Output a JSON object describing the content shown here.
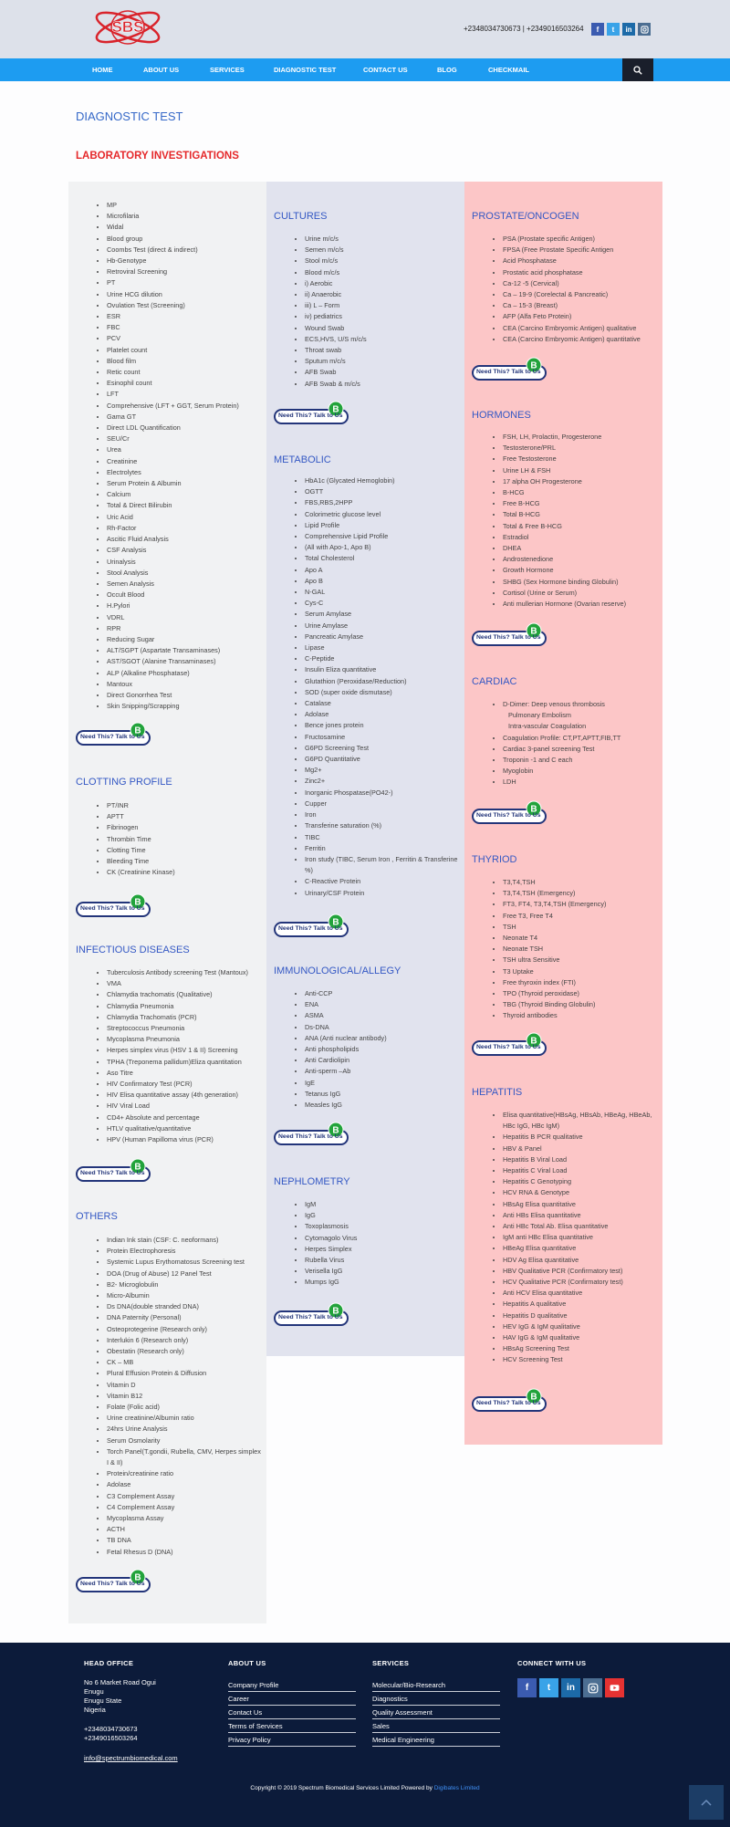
{
  "header": {
    "phone": "+2348034730673 | +2349016503264",
    "social": [
      "facebook-icon",
      "twitter-icon",
      "linkedin-icon",
      "instagram-icon"
    ]
  },
  "nav": {
    "items": [
      "HOME",
      "ABOUT US",
      "SERVICES",
      "DIAGNOSTIC TEST",
      "CONTACT US",
      "BLOG",
      "CHECKMAIL"
    ]
  },
  "page": {
    "title": "DIAGNOSTIC TEST",
    "section": "LABORATORY INVESTIGATIONS"
  },
  "cta": {
    "label": "Need This? Talk to Us"
  },
  "col1": {
    "general": {
      "items": [
        "MP",
        "Microfilaria",
        "Widal",
        "Blood group",
        "Coombs Test (direct & indirect)",
        "Hb-Genotype",
        "Retroviral Screening",
        "PT",
        "Urine HCG dilution",
        "Ovulation Test (Screening)",
        "ESR",
        "FBC",
        "PCV",
        "Platelet count",
        "Blood film",
        "Retic count",
        "Esinophil count",
        "LFT",
        "Comprehensive (LFT + GGT, Serum Protein)",
        "Gama GT",
        "Direct LDL Quantification",
        "SEU/Cr",
        "Urea",
        "Creatinine",
        "Electrolytes",
        "Serum Protein & Albumin",
        "Calcium",
        "Total & Direct Bilirubin",
        "Uric Acid",
        "Rh-Factor",
        "Ascitic Fluid Analysis",
        "CSF Analysis",
        "Urinalysis",
        "Stool Analysis",
        "Semen Analysis",
        "Occult Blood",
        "H.Pylori",
        "VDRL",
        "RPR",
        "Reducing Sugar",
        "ALT/SGPT (Aspartate Transaminases)",
        "AST/SGOT (Alanine Transaminases)",
        "ALP (Alkaline Phosphatase)",
        "Mantoux",
        "Direct Gonorrhea Test",
        "Skin Snipping/Scrapping"
      ]
    },
    "clotting": {
      "title": "CLOTTING PROFILE",
      "items": [
        "PT/INR",
        "APTT",
        "Fibrinogen",
        "Thrombin Time",
        "Clotting Time",
        "Bleeding Time",
        "CK (Creatinine Kinase)"
      ]
    },
    "infectious": {
      "title": "INFECTIOUS DISEASES",
      "items": [
        "Tuberculosis Antibody screening Test (Mantoux)",
        "VMA",
        "Chlamydia trachomatis (Qualitative)",
        "Chlamydia Pneumonia",
        "Chlamydia Trachomatis (PCR)",
        "Streptococcus Pneumonia",
        "Mycoplasma Pneumonia",
        "Herpes simplex virus (HSV 1 & II) Screening",
        "TPHA (Treponema pallidum)Eliza quantitation",
        "Aso Titre",
        "HIV Confirmatory Test (PCR)",
        "HIV Elisa quantitative assay (4th generation)",
        "HIV Viral Load",
        "CD4+ Absolute and percentage",
        "HTLV qualitative/quantitative",
        "HPV (Human Papilloma virus (PCR)"
      ]
    },
    "others": {
      "title": "OTHERS",
      "items": [
        "Indian Ink stain (CSF: C. neoformans)",
        "Protein Electrophoresis",
        "Systemic Lupus Erythomatosus Screening test",
        "DOA (Drug of Abuse) 12 Panel Test",
        "B2- Microglobulin",
        "Micro-Albumin",
        "Ds DNA(double stranded DNA)",
        "DNA Paternity (Personal)",
        "Osteoprotegerine (Research only)",
        "Interlukin 6 (Research only)",
        "Obestatin (Research only)",
        "CK – MB",
        "Plural Effusion Protein & Diffusion",
        "Vitamin D",
        "Vitamin B12",
        "Folate (Folic acid)",
        "Urine creatinine/Albumin ratio",
        "24hrs Urine Analysis",
        "Serum Osmolarity",
        "Torch Panel(T.gondii, Rubella, CMV, Herpes simplex I & II)",
        "Protein/creatinine ratio",
        "Adolase",
        "C3 Complement Assay",
        "C4 Complement Assay",
        "Mycoplasma Assay",
        "ACTH",
        "TB DNA",
        "Fetal Rhesus D (DNA)"
      ]
    }
  },
  "col2": {
    "cultures": {
      "title": "CULTURES",
      "items": [
        "Urine m/c/s",
        "Semen m/c/s",
        "Stool m/c/s",
        "Blood m/c/s",
        "i) Aerobic",
        "ii) Anaerobic",
        "iii) L – Form",
        "iv) pediatrics",
        "Wound Swab",
        "ECS,HVS, U/S m/c/s",
        "Throat swab",
        "Sputum m/c/s",
        "AFB Swab",
        "AFB Swab & m/c/s"
      ]
    },
    "metabolic": {
      "title": "METABOLIC",
      "items": [
        "HbA1c (Glycated Hemoglobin)",
        "OGTT",
        "FBS,RBS,2HPP",
        "Colorimetric glucose level",
        "Lipid Profile",
        "Comprehensive Lipid Profile",
        "(All with Apo-1, Apo B)",
        "Total Cholesterol",
        "Apo A",
        "Apo B",
        "N-GAL",
        "Cys-C",
        "Serum Amylase",
        "Urine Amylase",
        "Pancreatic Amylase",
        "Lipase",
        "C-Peptide",
        "Insulin Eliza quantitative",
        "Glutathion (Peroxidase/Reduction)",
        "SOD (super oxide dismutase)",
        "Catalase",
        "Adolase",
        "Bence jones protein",
        "Fructosamine",
        "G6PD Screening Test",
        "G6PD Quantitative",
        "Mg2+",
        "Zinc2+",
        "Inorganic Phospatase(PO42-)",
        "Cupper",
        "Iron",
        "Transferine saturation (%)",
        "TIBC",
        "Ferritin",
        "Iron study (TIBC, Serum Iron , Ferritin & Transferine %)",
        "C-Reactive Protein",
        "Urinary/CSF Protein"
      ]
    },
    "immuno": {
      "title": "IMMUNOLOGICAL/ALLEGY",
      "items": [
        "Anti-CCP",
        "ENA",
        "ASMA",
        "Ds-DNA",
        "ANA (Anti nuclear antibody)",
        "Anti phospholipids",
        "Anti Cardiolipin",
        "Anti-sperm –Ab",
        "IgE",
        "Tetanus IgG",
        "Measles IgG"
      ]
    },
    "nephrometry": {
      "title": "NEPHLOMETRY",
      "items": [
        "IgM",
        "IgG",
        "Toxoplasmosis",
        "Cytomagolo Virus",
        "Herpes Simplex",
        "Rubella Virus",
        "Verisella IgG",
        "Mumps IgG"
      ]
    }
  },
  "col3": {
    "prostate": {
      "title": "PROSTATE/ONCOGEN",
      "items": [
        "PSA (Prostate specific Antigen)",
        "FPSA (Free Prostate Specific Antigen",
        "Acid Phosphatase",
        "Prostatic acid phosphatase",
        "Ca-12 -5 (Cervical)",
        "Ca – 19-9 (Corelectal & Pancreatic)",
        "Ca – 15-3 (Breast)",
        "AFP (Alfa Feto Protein)",
        "CEA (Carcino Embryomic Antigen) qualitative",
        "CEA (Carcino Embryomic Antigen) quantitative"
      ]
    },
    "hormones": {
      "title": "HORMONES",
      "items": [
        "FSH, LH, Prolactin, Progesterone",
        "Testosterone/PRL",
        "Free Testosterone",
        "Urine LH & FSH",
        "17 alpha OH Progesterone",
        "B-HCG",
        "Free B-HCG",
        "Total B-HCG",
        "Total & Free B-HCG",
        "Estradiol",
        "DHEA",
        "Androstenedione",
        "Growth Hormone",
        "SHBG (Sex Hormone binding Globulin)",
        "Cortisol (Urine or Serum)",
        "Anti mullerian Hormone (Ovarian reserve)"
      ]
    },
    "cardiac": {
      "title": "CARDIAC",
      "items": [
        "D-Dimer: Deep venous thrombosis",
        "Pulmonary Embolism",
        "Intra-vascular Coagulation",
        "Coagulation Profile: CT,PT,APTT,FIB,TT",
        "Cardiac 3-panel screening Test",
        "Troponin -1 and C each",
        "Myoglobin",
        "LDH"
      ]
    },
    "thyroid": {
      "title": "THYRIOD",
      "items": [
        "T3,T4,TSH",
        "T3,T4,TSH (Emergency)",
        "FT3, FT4, T3,T4,TSH (Emergency)",
        "Free T3, Free T4",
        "TSH",
        "Neonate T4",
        "Neonate TSH",
        "TSH ultra Sensitive",
        "T3 Uptake",
        "Free thyroxin index (FTI)",
        "TPO (Thyroid peroxidase)",
        "TBG (Thyroid Binding Globulin)",
        "Thyroid antibodies"
      ]
    },
    "hepatitis": {
      "title": "HEPATITIS",
      "items": [
        "Elisa quantitative(HBsAg, HBsAb, HBeAg, HBeAb,",
        "HBc IgG, HBc IgM)",
        "Hepatitis B PCR qualitative",
        "HBV & Panel",
        "Hepatitis B Viral Load",
        "Hepatitis C Viral Load",
        "Hepatitis C Genotyping",
        "HCV RNA & Genotype",
        "HBsAg Elisa quantitative",
        "Anti HBs Elisa quantitative",
        "Anti HBc Total Ab. Elisa quantitative",
        "IgM anti HBc Elisa quantitative",
        "HBeAg Elisa quantitative",
        "HDV Ag Elisa quantitative",
        "HBV Qualitative PCR (Confirmatory test)",
        "HCV Qualitative PCR (Confirmatory test)",
        "Anti HCV Elisa quantitative",
        "Hepatitis A qualitative",
        "Hepatitis D qualitative",
        "HEV IgG & IgM qualitative",
        "HAV IgG & IgM qualitative",
        "HBsAg Screening Test",
        "HCV Screening Test"
      ]
    }
  },
  "footer": {
    "office": {
      "title": "HEAD OFFICE",
      "lines": [
        "No 6 Market Road Ogui",
        "Enugu",
        "Enugu State",
        "Nigeria"
      ],
      "phones": [
        "+2348034730673",
        "+2349016503264"
      ],
      "email": "info@spectrumbiomedical.com"
    },
    "about": {
      "title": "ABOUT US",
      "links": [
        "Company Profile",
        "Career",
        "Contact Us",
        "Terms of Services",
        "Privacy Policy"
      ]
    },
    "services": {
      "title": "SERVICES",
      "links": [
        "Molecular/Bio-Research",
        "Diagnostics",
        "Quality Assessment",
        "Sales",
        "Medical Engineering"
      ]
    },
    "connect": {
      "title": "CONNECT WITH US",
      "icons": [
        "facebook-icon",
        "twitter-icon",
        "linkedin-icon",
        "instagram-icon",
        "youtube-icon"
      ]
    },
    "copyright": "Copyright © 2019 Spectrum Biomedical Services Limited Powered by",
    "powered": "Digibates Limited"
  },
  "colors": {
    "nav": "#1d9cf1",
    "heading": "#3458c4",
    "section": "#e5282a",
    "footer": "#0c1b3a"
  }
}
